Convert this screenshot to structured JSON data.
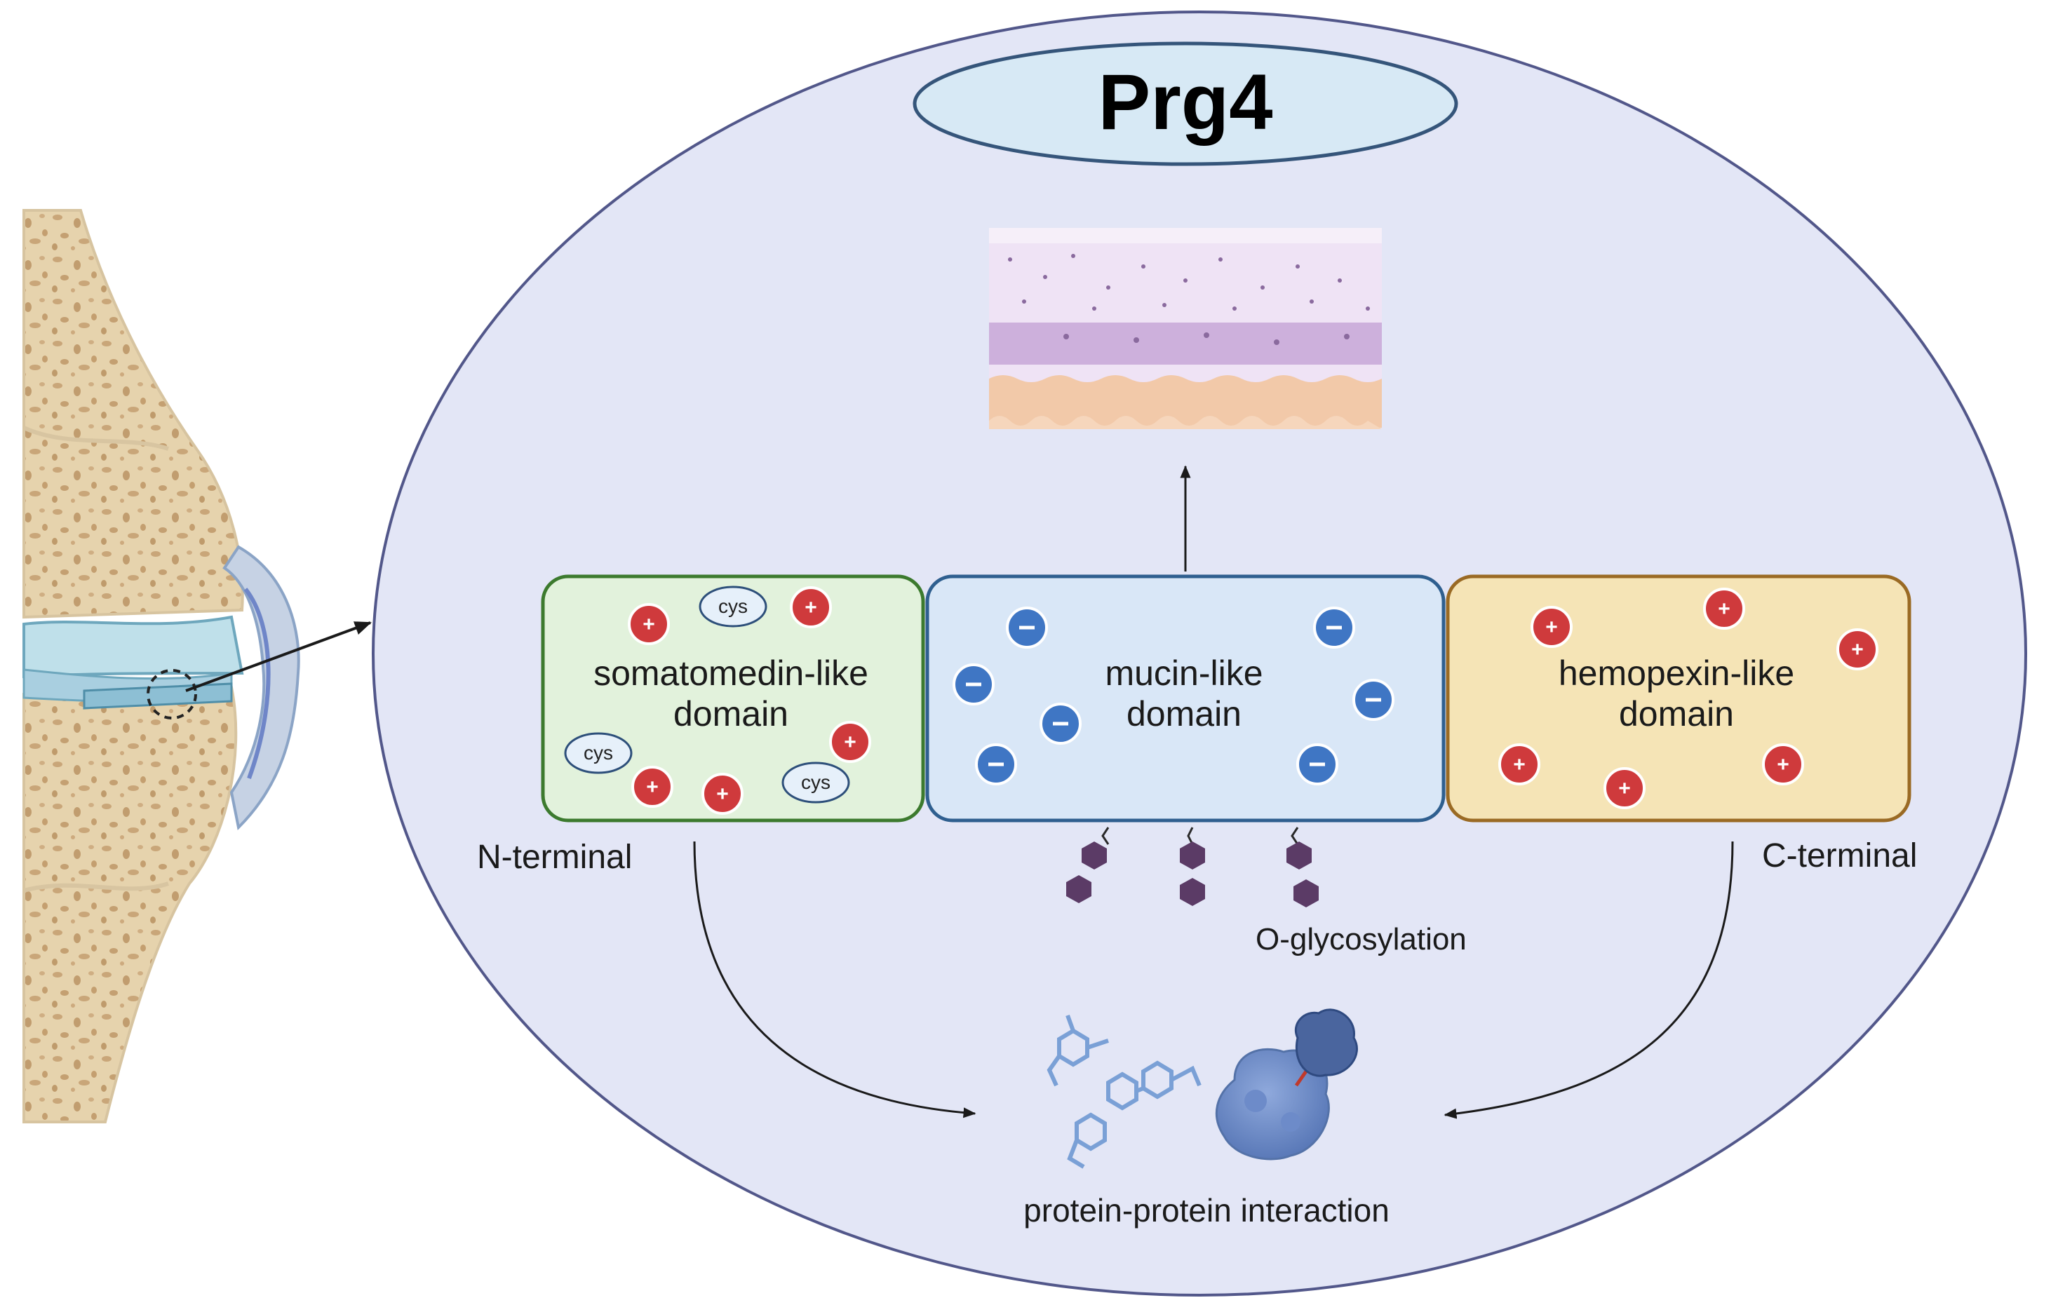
{
  "title": "Prg4",
  "domains": [
    {
      "line1": "somatomedin-like",
      "line2": "domain",
      "charge_symbol": "+",
      "fill": "#e2f2dc",
      "stroke": "#3c7a2e"
    },
    {
      "line1": "mucin-like",
      "line2": "domain",
      "charge_symbol": "−",
      "fill": "#d9e7f7",
      "stroke": "#2f5f8f"
    },
    {
      "line1": "hemopexin-like",
      "line2": "domain",
      "charge_symbol": "+",
      "fill": "#f5e4b6",
      "stroke": "#9a6a24"
    }
  ],
  "cys_label": "cys",
  "n_terminal": "N-terminal",
  "c_terminal": "C-terminal",
  "o_glycosylation": "O-glycosylation",
  "interaction": "protein-protein interaction",
  "colors": {
    "cell_fill": "#e3e6f6",
    "cell_stroke": "#52578a",
    "title_fill": "#d7e9f5",
    "positive_charge": "#cf3a3c",
    "negative_charge": "#3f76c4",
    "glycan": "#5b3b66",
    "bone": "#e5d1aa",
    "cartilage": "#b7dbe8"
  },
  "icons": [
    "joint-illustration",
    "cartilage-tissue",
    "positive-charge-icon",
    "negative-charge-icon",
    "cysteine-icon",
    "glycan-icon",
    "small-molecule-icon",
    "protein-complex-icon",
    "arrow-icon"
  ]
}
